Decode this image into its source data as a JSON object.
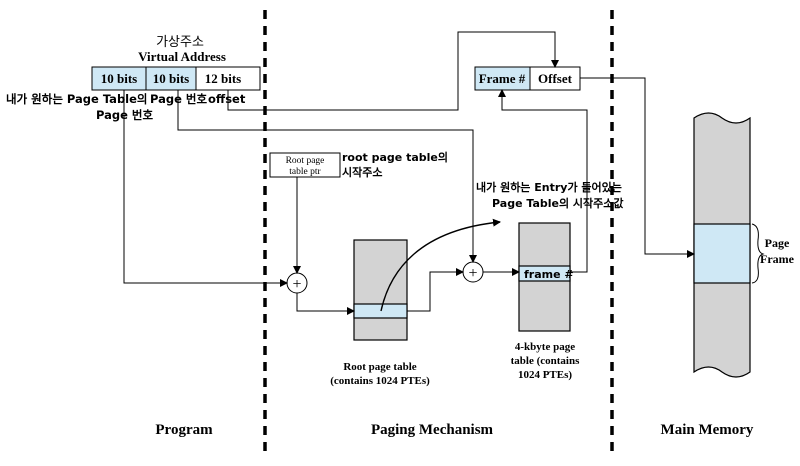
{
  "address": {
    "korean_title": "가상주소",
    "title": "Virtual Address",
    "fields": [
      "10 bits",
      "10 bits",
      "12 bits"
    ]
  },
  "physical": {
    "frame_label": "Frame #",
    "offset_label": "Offset"
  },
  "root_ptr": {
    "line1": "Root page",
    "line2": "table ptr"
  },
  "annotations": {
    "left_line1": "내가 원하는 Page Table의",
    "left_line2": "Page 번호",
    "mid_page": "Page 번호",
    "mid_offset": "offset",
    "root_note_line1": "root page table의",
    "root_note_line2": "시작주소",
    "top_right_line1": "내가 원하는 Entry가 들어있는",
    "top_right_line2": "Page Table의 시작주소값",
    "frame_hash": "frame #"
  },
  "symbols": {
    "plus": "+"
  },
  "root_table": {
    "caption_line1": "Root page table",
    "caption_line2": "(contains 1024 PTEs)"
  },
  "page_table": {
    "caption_line1": "4-kbyte page",
    "caption_line2": "table (contains",
    "caption_line3": "1024 PTEs)"
  },
  "main_memory": {
    "label_line1": "Page",
    "label_line2": "Frame"
  },
  "sections": {
    "program": "Program",
    "paging": "Paging Mechanism",
    "memory": "Main Memory"
  },
  "colors": {
    "highlight": "#cfe8f5",
    "gray": "#d3d3d3",
    "line": "#000000"
  }
}
